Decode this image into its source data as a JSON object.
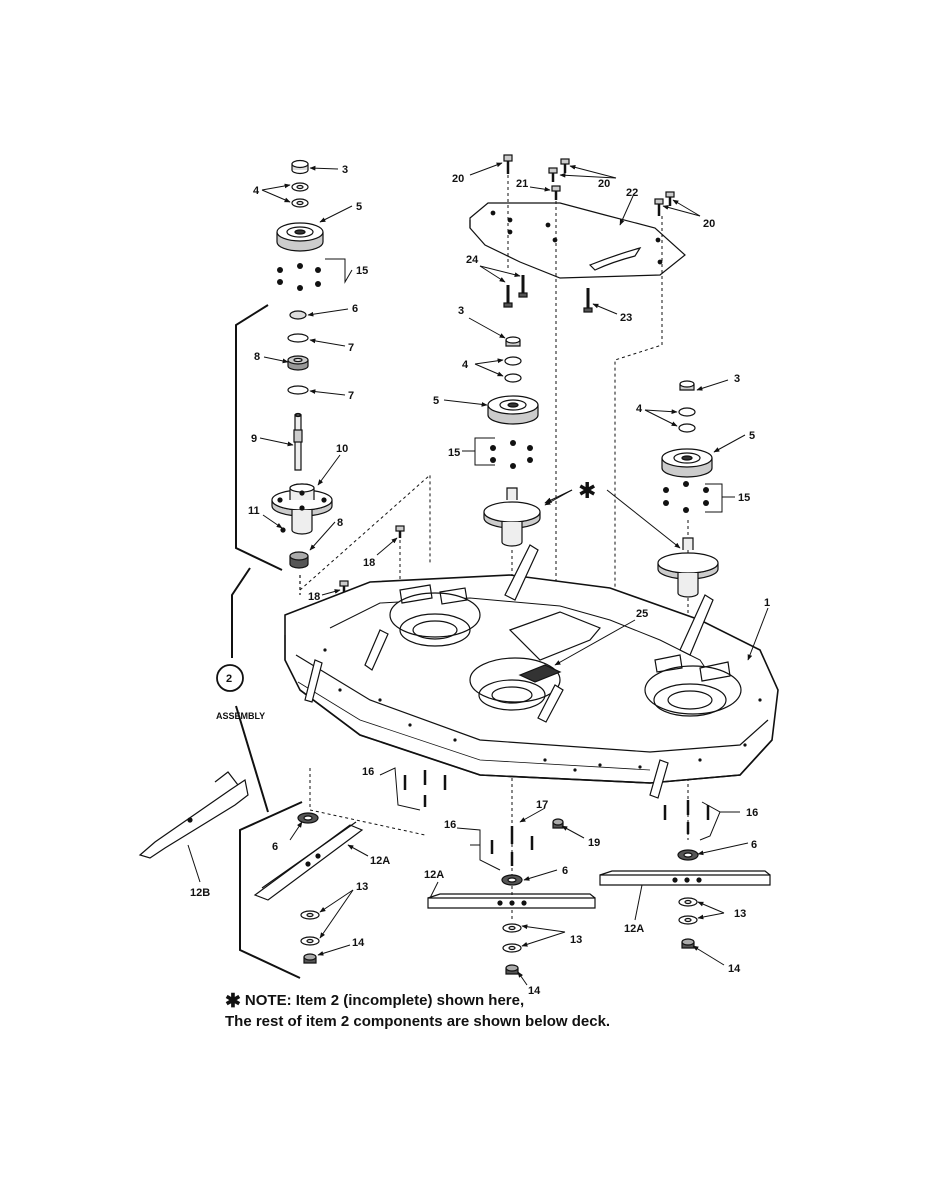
{
  "callouts": {
    "c1": "1",
    "c2": "2",
    "c3": "3",
    "c4": "4",
    "c5": "5",
    "c6": "6",
    "c7": "7",
    "c8": "8",
    "c9": "9",
    "c10": "10",
    "c11": "11",
    "c12a": "12A",
    "c12b": "12B",
    "c13": "13",
    "c14": "14",
    "c15": "15",
    "c16": "16",
    "c17": "17",
    "c18": "18",
    "c19": "19",
    "c20": "20",
    "c21": "21",
    "c22": "22",
    "c23": "23",
    "c24": "24",
    "c25": "25"
  },
  "assembly_label": "ASSEMBLY",
  "star_symbol": "✱",
  "note": {
    "star": "✱",
    "line1": "NOTE: Item 2 (incomplete) shown here,",
    "line2": "The rest of item 2 components are shown below deck."
  }
}
